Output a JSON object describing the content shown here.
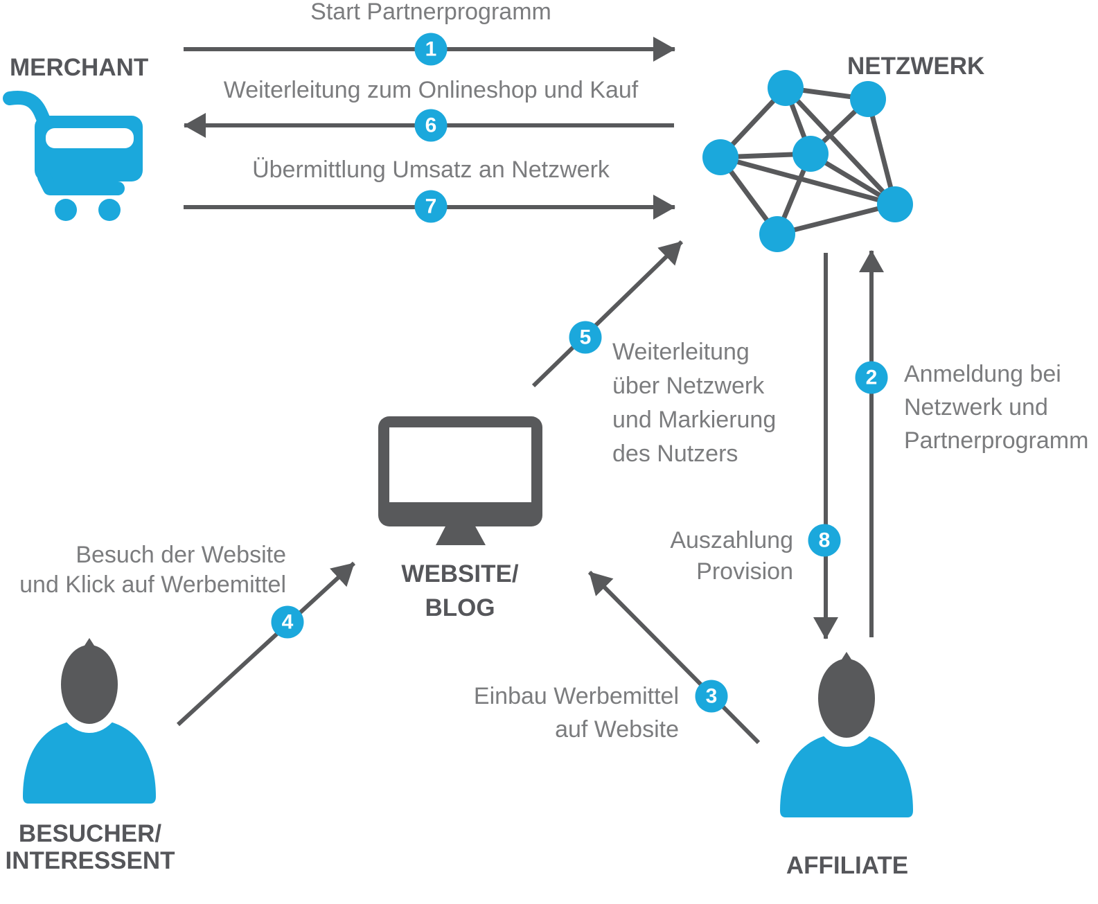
{
  "colors": {
    "blue": "#1BA8DC",
    "icon_gray": "#58595B",
    "label_gray": "#55565A",
    "text_gray": "#7B7C7E"
  },
  "actors": {
    "merchant": {
      "label": "MERCHANT"
    },
    "network": {
      "label": "NETZWERK"
    },
    "website": {
      "label": "WEBSITE/\nBLOG"
    },
    "visitor": {
      "label": "BESUCHER/\nINTERESSENT"
    },
    "affiliate": {
      "label": "AFFILIATE"
    }
  },
  "steps": [
    {
      "num": "1",
      "text": "Start Partnerprogramm"
    },
    {
      "num": "2",
      "text": "Anmeldung bei\nNetzwerk und\nPartnerprogramm"
    },
    {
      "num": "3",
      "text": "Einbau Werbemittel\nauf Website"
    },
    {
      "num": "4",
      "text": "Besuch der Website\nund Klick auf Werbemittel"
    },
    {
      "num": "5",
      "text": "Weiterleitung\nüber Netzwerk\nund Markierung\ndes Nutzers"
    },
    {
      "num": "6",
      "text": "Weiterleitung zum Onlineshop und Kauf"
    },
    {
      "num": "7",
      "text": "Übermittlung Umsatz an Netzwerk"
    },
    {
      "num": "8",
      "text": "Auszahlung\nProvision"
    }
  ]
}
